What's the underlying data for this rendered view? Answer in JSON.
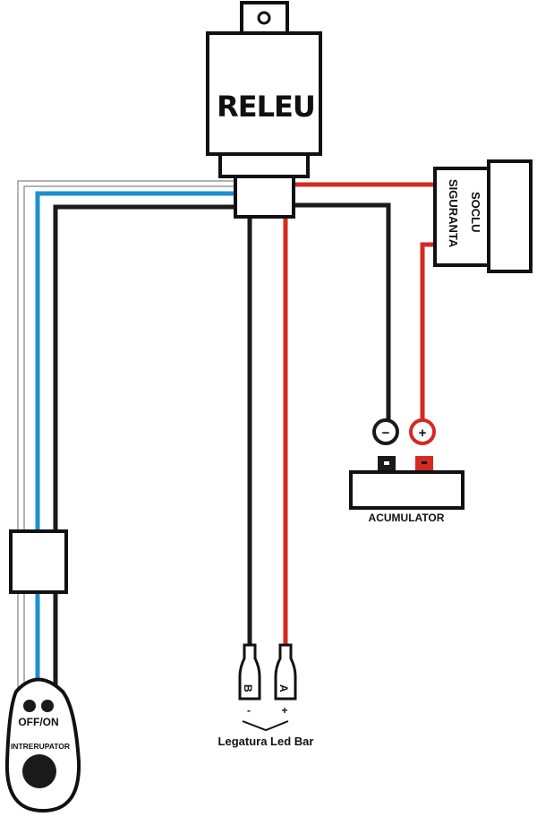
{
  "diagram": {
    "relay": {
      "label": "RELEU"
    },
    "fuse_holder": {
      "label_line1": "SOCLU",
      "label_line2": "SIGURANTA"
    },
    "battery": {
      "label": "ACUMULATOR",
      "negative_symbol": "−",
      "positive_symbol": "+"
    },
    "led_bar": {
      "label": "Legatura Led Bar",
      "connector_b": "B",
      "connector_a": "A",
      "negative_mark": "-",
      "positive_mark": "+"
    },
    "switch": {
      "state_label": "OFF/ON",
      "label": "INTRERUPATOR"
    },
    "colors": {
      "wire_red": "#d42a22",
      "wire_blue": "#1e90d0",
      "wire_black": "#1a1a1a",
      "wire_gray": "#9a9a9a",
      "outline": "#111111"
    }
  }
}
